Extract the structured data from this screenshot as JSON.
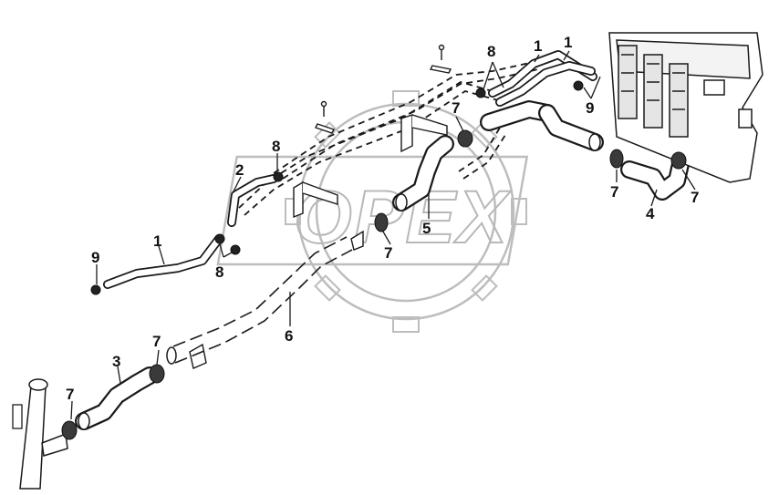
{
  "watermark": {
    "text": "OPEX"
  },
  "callouts": [
    {
      "id": "c1a",
      "label": "1"
    },
    {
      "id": "c1b",
      "label": "1"
    },
    {
      "id": "c1c",
      "label": "1"
    },
    {
      "id": "c2",
      "label": "2"
    },
    {
      "id": "c3",
      "label": "3"
    },
    {
      "id": "c4",
      "label": "4"
    },
    {
      "id": "c5",
      "label": "5"
    },
    {
      "id": "c6",
      "label": "6"
    },
    {
      "id": "c7a",
      "label": "7"
    },
    {
      "id": "c7b",
      "label": "7"
    },
    {
      "id": "c7c",
      "label": "7"
    },
    {
      "id": "c7d",
      "label": "7"
    },
    {
      "id": "c7e",
      "label": "7"
    },
    {
      "id": "c7f",
      "label": "7"
    },
    {
      "id": "c8a",
      "label": "8"
    },
    {
      "id": "c8b",
      "label": "8"
    },
    {
      "id": "c8c",
      "label": "8"
    },
    {
      "id": "c9a",
      "label": "9"
    },
    {
      "id": "c9b",
      "label": "9"
    }
  ]
}
